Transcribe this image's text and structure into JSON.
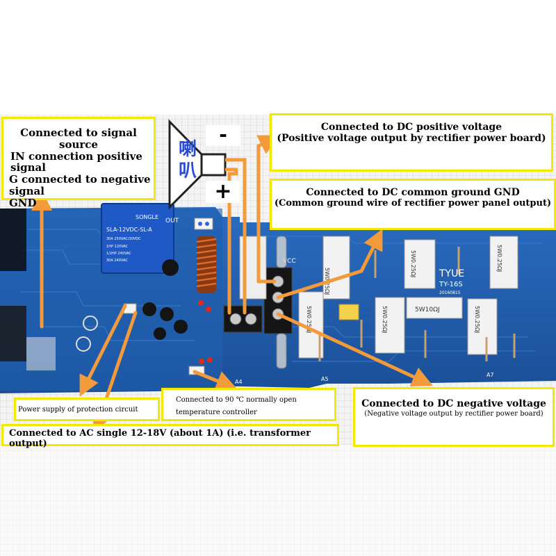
{
  "callouts": {
    "signal_source": {
      "lines": [
        "Connected to signal source",
        "IN connection positive signal",
        "G connected to negative signal",
        "GND"
      ]
    },
    "dc_positive": {
      "line1": "Connected to DC positive voltage",
      "line2": "(Positive voltage output by rectifier power board)"
    },
    "dc_ground": {
      "line1": "Connected to DC common ground GND",
      "line2": "(Common ground wire of rectifier power panel output)"
    },
    "dc_negative": {
      "line1": "Connected to DC negative voltage",
      "line2": "(Negative voltage output by rectifier power board)"
    },
    "protection": {
      "text": "Power supply of protection circuit"
    },
    "temperature": {
      "line1": "Connected to 90 ℃ normally open",
      "line2": "temperature controller"
    },
    "ac_input": {
      "text": "Connected to AC single 12-18V (about 1A) (i.e. transformer output)"
    }
  },
  "speaker": {
    "label_char1": "喇",
    "label_char2": "叭",
    "minus_sign": "-",
    "plus_sign": "+"
  },
  "board_markings": {
    "relay_brand": "SONGLE",
    "relay_model": "SLA-12VDC-SL-A",
    "relay_rating1": "30A 250VAC/30VDC",
    "relay_rating2": "1HP 120VAC",
    "relay_rating3": "1/2HP 240VAC",
    "relay_rating4": "30A 240VAC",
    "brand": "TYUE",
    "model": "TY-16S",
    "date": "20160815",
    "resistor_5w025": "5W0.25ΩJ",
    "resistor_5w10": "5W10ΩJ",
    "label_out": "OUT",
    "label_vcc": "VCC",
    "label_a4": "A4",
    "label_a5": "A5",
    "label_a7": "A7"
  },
  "colors": {
    "board": "#1f5fae",
    "board_dark": "#173f7a",
    "callout_border": "#f2e800",
    "arrow": "#f39a3a",
    "speaker_blue": "#2a4bd6"
  }
}
